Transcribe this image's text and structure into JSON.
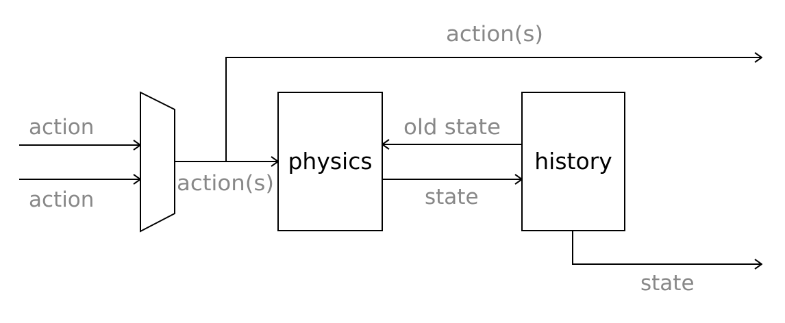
{
  "labels": {
    "input_top": "action",
    "input_bottom": "action",
    "mux_output": "action(s)",
    "top_output": "action(s)",
    "feedback": "old state",
    "forward": "state",
    "bottom_output": "state"
  },
  "blocks": {
    "physics": "physics",
    "history": "history"
  },
  "colors": {
    "line": "#000000",
    "label": "#888888",
    "block_text": "#000000"
  }
}
